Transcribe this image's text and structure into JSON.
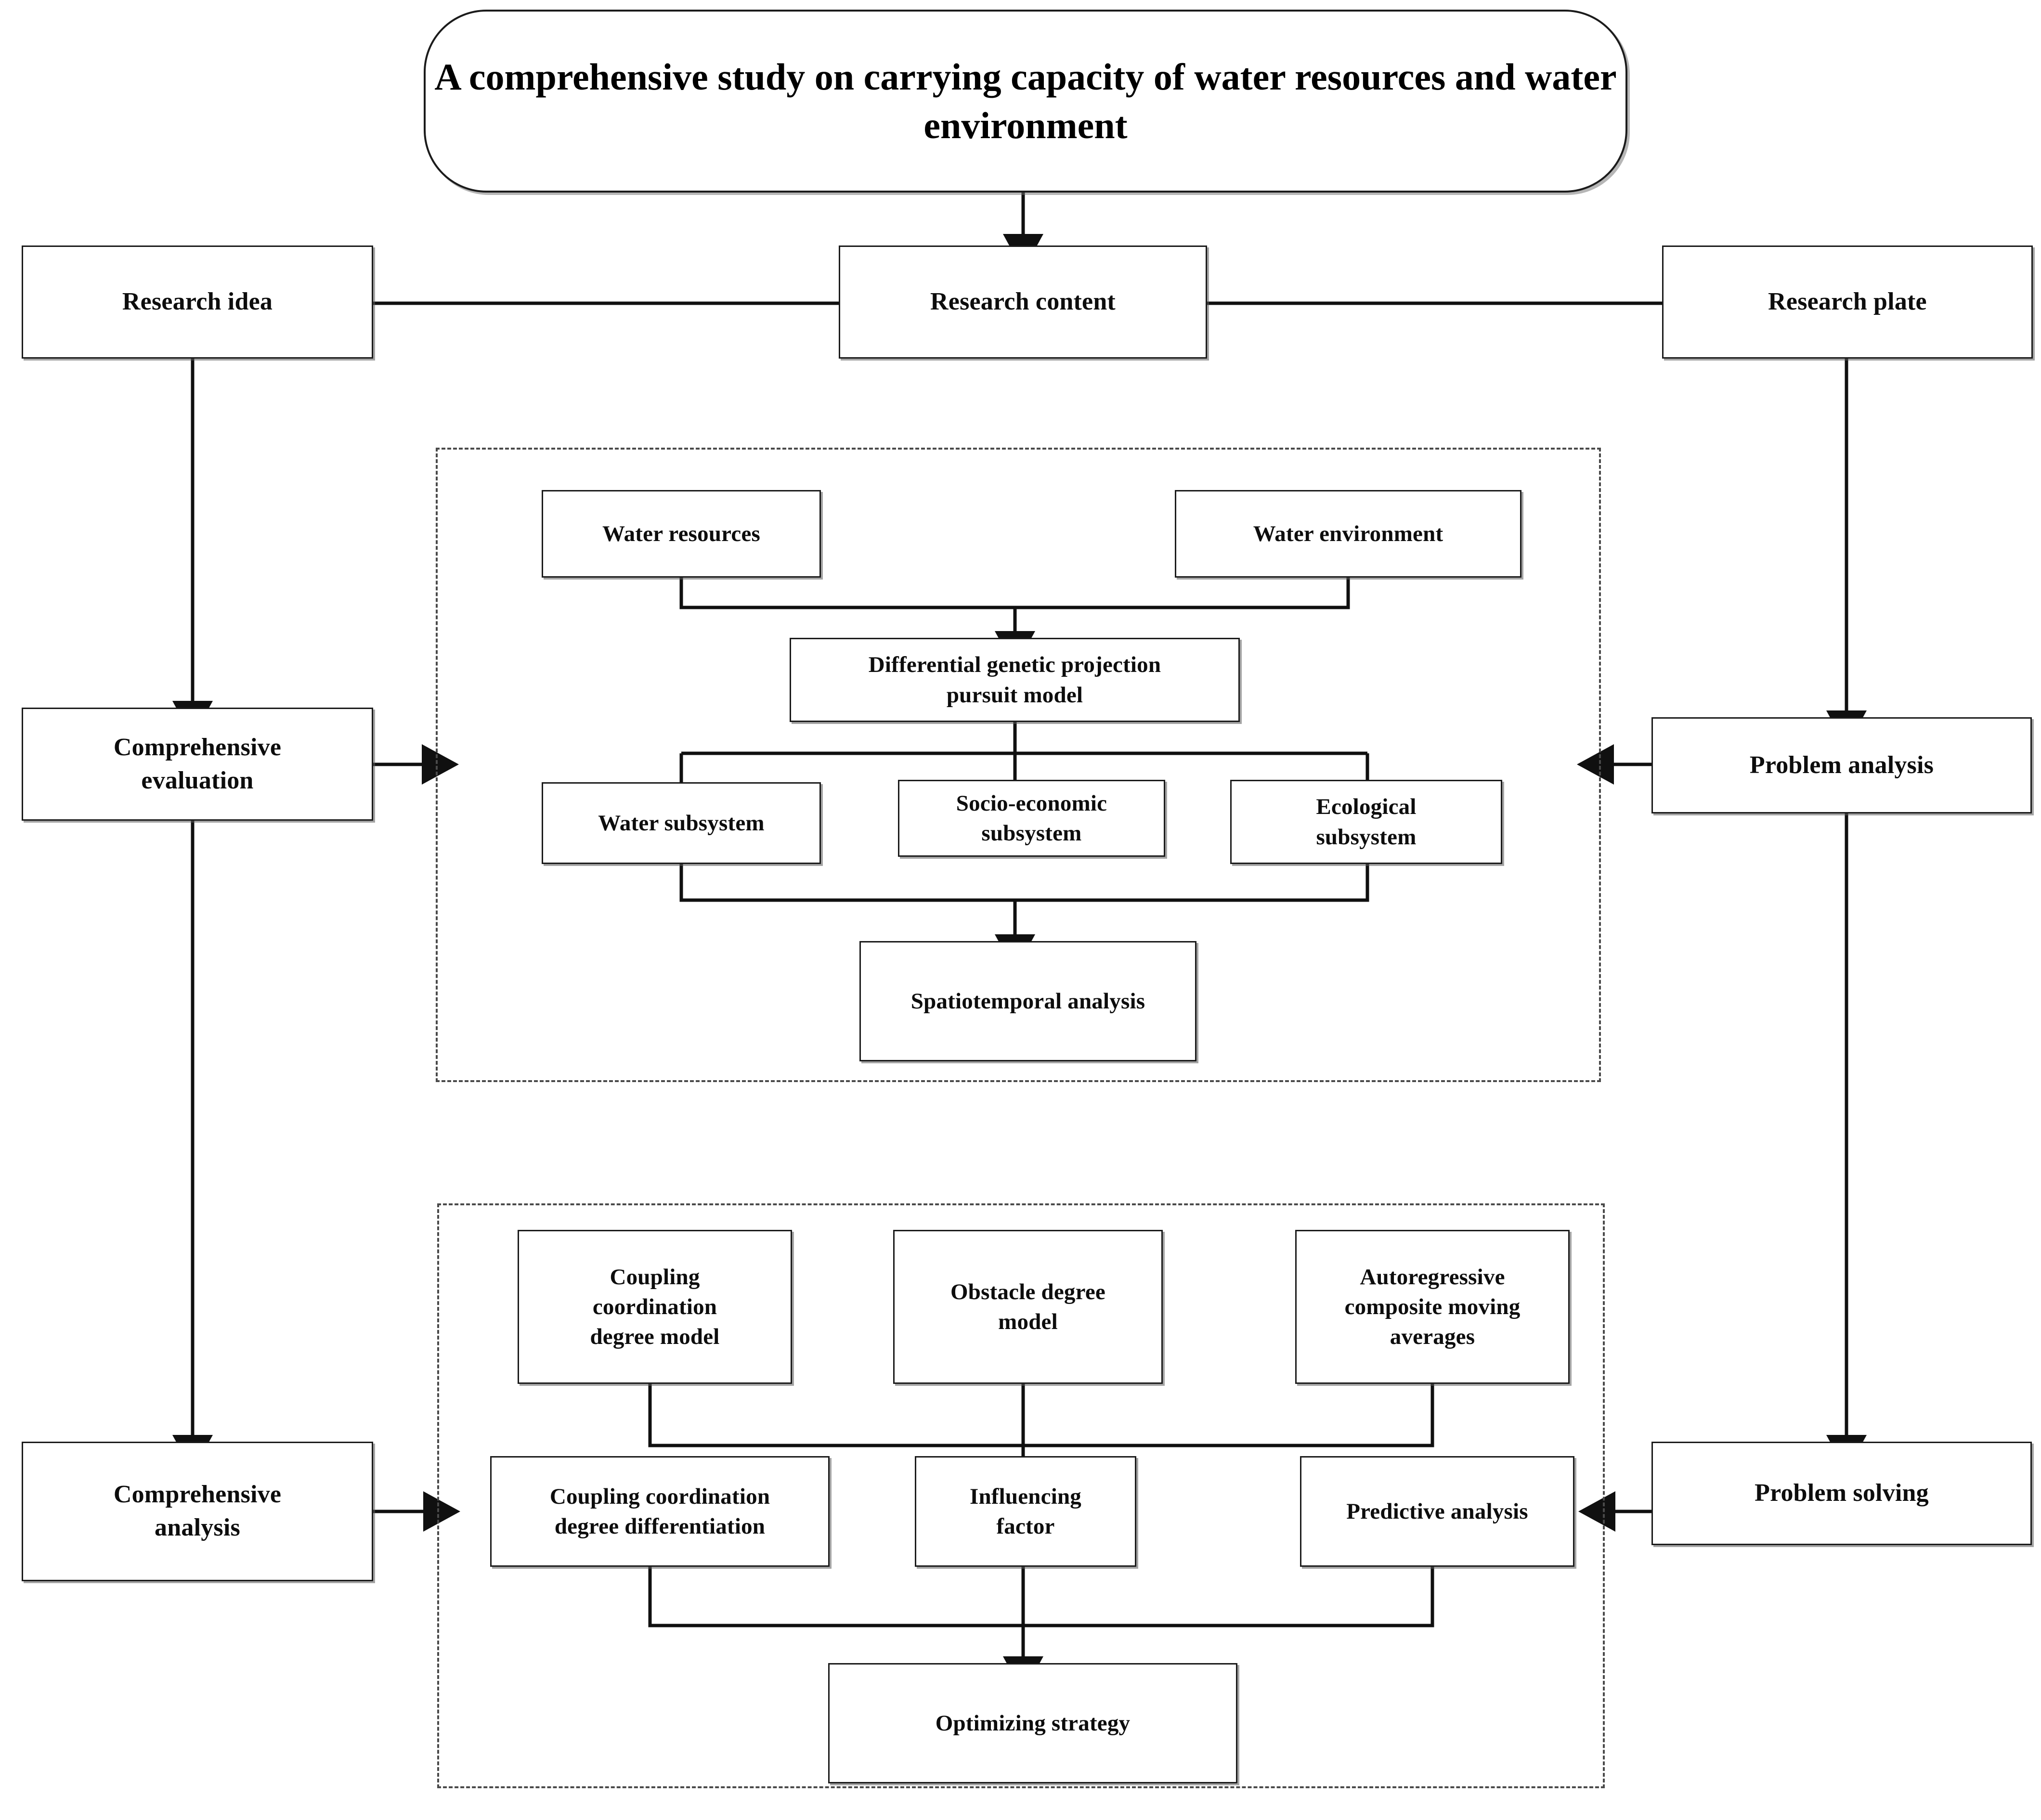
{
  "diagram": {
    "title": "A comprehensive study on carrying capacity of water resources and water environment",
    "title_line1": "A comprehensive study on carrying capacity of",
    "title_line2": "water resources and water environment",
    "colors": {
      "box_border": "#1b1b1b",
      "box_fill": "#ffffff",
      "dashed_border": "#4a4a4a",
      "connector": "#101010",
      "text": "#0d0d0d",
      "page_background": "#ffffff"
    },
    "top_row": [
      {
        "id": "research-idea",
        "label": "Research idea"
      },
      {
        "id": "research-content",
        "label": "Research content"
      },
      {
        "id": "research-plate",
        "label": "Research plate"
      }
    ],
    "left_column": [
      {
        "id": "comprehensive-evaluation",
        "label_line1": "Comprehensive",
        "label_line2": "evaluation"
      },
      {
        "id": "comprehensive-analysis",
        "label_line1": "Comprehensive",
        "label_line2": "analysis"
      }
    ],
    "right_column": [
      {
        "id": "problem-analysis",
        "label": "Problem analysis"
      },
      {
        "id": "problem-solving",
        "label": "Problem solving"
      }
    ],
    "evaluation_group": {
      "name": "comprehensive-evaluation-group",
      "inputs": [
        {
          "id": "water-resources",
          "label": "Water resources"
        },
        {
          "id": "water-environment",
          "label": "Water environment"
        }
      ],
      "model": {
        "id": "dgpp-model",
        "label_line1": "Differential genetic projection",
        "label_line2": "pursuit model"
      },
      "subsystems": [
        {
          "id": "water-subsystem",
          "label_line1": "Water subsystem",
          "label_line2": ""
        },
        {
          "id": "socio-economic-subsystem",
          "label_line1": "Socio-economic",
          "label_line2": "subsystem"
        },
        {
          "id": "ecological-subsystem",
          "label_line1": "Ecological",
          "label_line2": "subsystem"
        }
      ],
      "output": {
        "id": "spatiotemporal-analysis",
        "label": "Spatiotemporal analysis"
      }
    },
    "analysis_group": {
      "name": "comprehensive-analysis-group",
      "models": [
        {
          "id": "coupling-coordination-degree-model",
          "label_line1": "Coupling",
          "label_line2": "coordination",
          "label_line3": "degree model"
        },
        {
          "id": "obstacle-degree-model",
          "label_line1": "Obstacle degree",
          "label_line2": "model",
          "label_line3": ""
        },
        {
          "id": "autoregressive-composite-moving-averages",
          "label_line1": "Autoregressive",
          "label_line2": "composite moving",
          "label_line3": "averages"
        }
      ],
      "results": [
        {
          "id": "coupling-coordination-degree-differentiation",
          "label_line1": "Coupling coordination",
          "label_line2": "degree differentiation"
        },
        {
          "id": "influencing-factor",
          "label_line1": "Influencing",
          "label_line2": "factor"
        },
        {
          "id": "predictive-analysis",
          "label_line1": "Predictive analysis",
          "label_line2": ""
        }
      ],
      "output": {
        "id": "optimizing-strategy",
        "label": "Optimizing strategy"
      }
    }
  }
}
